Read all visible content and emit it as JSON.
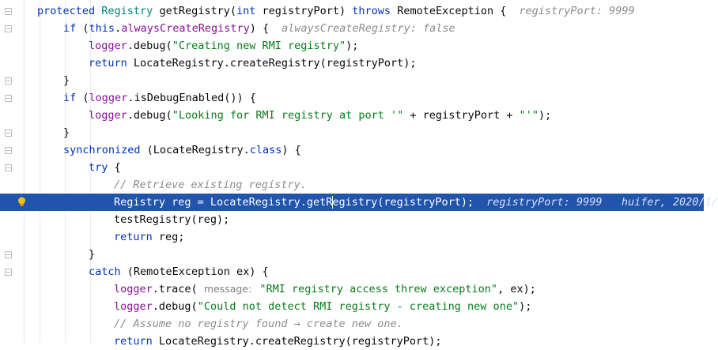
{
  "editor": {
    "lines": [
      {
        "id": "l1",
        "parts": [
          {
            "cls": "k",
            "text": "protected "
          },
          {
            "cls": "t",
            "text": "Registry "
          },
          {
            "cls": "",
            "text": "getRegistry("
          },
          {
            "cls": "k",
            "text": "int "
          },
          {
            "cls": "",
            "text": "registryPort) "
          },
          {
            "cls": "k",
            "text": "throws "
          },
          {
            "cls": "",
            "text": "RemoteException {"
          },
          {
            "cls": "hint",
            "text": "registryPort: 9999"
          }
        ]
      },
      {
        "id": "l2",
        "parts": [
          {
            "cls": "k",
            "text": "if "
          },
          {
            "cls": "",
            "text": "("
          },
          {
            "cls": "k",
            "text": "this"
          },
          {
            "cls": "",
            "text": "."
          },
          {
            "cls": "f",
            "text": "alwaysCreateRegistry"
          },
          {
            "cls": "",
            "text": ") {"
          },
          {
            "cls": "hint",
            "text": "alwaysCreateRegistry: false"
          }
        ]
      },
      {
        "id": "l3",
        "parts": [
          {
            "cls": "f",
            "text": "logger"
          },
          {
            "cls": "",
            "text": ".debug("
          },
          {
            "cls": "s",
            "text": "\"Creating new RMI registry\""
          },
          {
            "cls": "",
            "text": ");"
          }
        ]
      },
      {
        "id": "l4",
        "parts": [
          {
            "cls": "k",
            "text": "return "
          },
          {
            "cls": "",
            "text": "LocateRegistry.createRegistry(registryPort);"
          }
        ]
      },
      {
        "id": "l5",
        "parts": [
          {
            "cls": "",
            "text": "}"
          }
        ]
      },
      {
        "id": "l6",
        "parts": [
          {
            "cls": "k",
            "text": "if "
          },
          {
            "cls": "",
            "text": "("
          },
          {
            "cls": "f",
            "text": "logger"
          },
          {
            "cls": "",
            "text": ".isDebugEnabled()) {"
          }
        ]
      },
      {
        "id": "l7",
        "parts": [
          {
            "cls": "f",
            "text": "logger"
          },
          {
            "cls": "",
            "text": ".debug("
          },
          {
            "cls": "s",
            "text": "\"Looking for RMI registry at port '\""
          },
          {
            "cls": "",
            "text": " + registryPort + "
          },
          {
            "cls": "s",
            "text": "\"'\""
          },
          {
            "cls": "",
            "text": ");"
          }
        ]
      },
      {
        "id": "l8",
        "parts": [
          {
            "cls": "",
            "text": "}"
          }
        ]
      },
      {
        "id": "l9",
        "parts": [
          {
            "cls": "k",
            "text": "synchronized "
          },
          {
            "cls": "",
            "text": "(LocateRegistry."
          },
          {
            "cls": "k",
            "text": "class"
          },
          {
            "cls": "",
            "text": ") {"
          }
        ]
      },
      {
        "id": "l10",
        "parts": [
          {
            "cls": "k",
            "text": "try "
          },
          {
            "cls": "",
            "text": "{"
          }
        ]
      },
      {
        "id": "l11",
        "parts": [
          {
            "cls": "c",
            "text": "// Retrieve existing registry."
          }
        ]
      },
      {
        "id": "l12",
        "parts": [
          {
            "cls": "",
            "text": "Registry reg = LocateRegistry.getR"
          },
          {
            "cls": "cursor",
            "text": ""
          },
          {
            "cls": "",
            "text": "egistry(registryPort);"
          },
          {
            "cls": "hint",
            "text": "registryPort: 9999   huifer, 2020/1/"
          }
        ]
      },
      {
        "id": "l13",
        "parts": [
          {
            "cls": "",
            "text": "testRegistry(reg);"
          }
        ]
      },
      {
        "id": "l14",
        "parts": [
          {
            "cls": "k",
            "text": "return "
          },
          {
            "cls": "",
            "text": "reg;"
          }
        ]
      },
      {
        "id": "l15",
        "parts": [
          {
            "cls": "",
            "text": "}"
          }
        ]
      },
      {
        "id": "l16",
        "parts": [
          {
            "cls": "k",
            "text": "catch "
          },
          {
            "cls": "",
            "text": "(RemoteException ex) {"
          }
        ]
      },
      {
        "id": "l17",
        "parts": [
          {
            "cls": "f",
            "text": "logger"
          },
          {
            "cls": "",
            "text": ".trace( "
          },
          {
            "cls": "param",
            "text": "message:"
          },
          {
            "cls": "s",
            "text": " \"RMI registry access threw exception\""
          },
          {
            "cls": "",
            "text": ", ex);"
          }
        ]
      },
      {
        "id": "l18",
        "parts": [
          {
            "cls": "f",
            "text": "logger"
          },
          {
            "cls": "",
            "text": ".debug("
          },
          {
            "cls": "s",
            "text": "\"Could not detect RMI registry - creating new one\""
          },
          {
            "cls": "",
            "text": ");"
          }
        ]
      },
      {
        "id": "l19",
        "parts": [
          {
            "cls": "c",
            "text": "// Assume no registry found → create new one."
          }
        ]
      },
      {
        "id": "l20",
        "parts": [
          {
            "cls": "k",
            "text": "return "
          },
          {
            "cls": "",
            "text": "LocateRegistry.createRegistry(registryPort);"
          }
        ]
      }
    ]
  }
}
